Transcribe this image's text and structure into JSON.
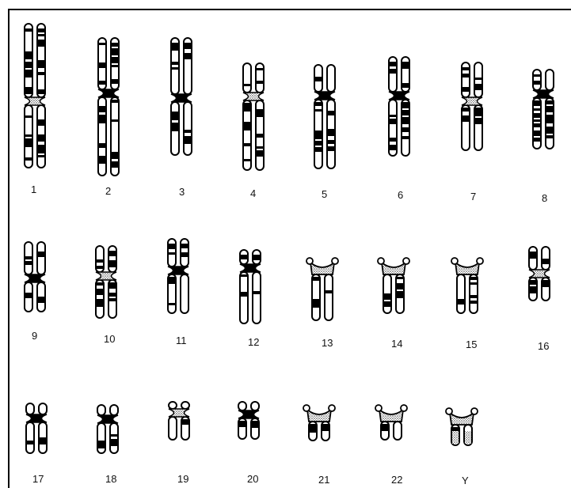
{
  "karyotype": {
    "chromosomes": [
      {
        "label": "1"
      },
      {
        "label": "2"
      },
      {
        "label": "3"
      },
      {
        "label": "4"
      },
      {
        "label": "5"
      },
      {
        "label": "6"
      },
      {
        "label": "7"
      },
      {
        "label": "8"
      },
      {
        "label": "9"
      },
      {
        "label": "10"
      },
      {
        "label": "11"
      },
      {
        "label": "12"
      },
      {
        "label": "13"
      },
      {
        "label": "14"
      },
      {
        "label": "15"
      },
      {
        "label": "16"
      },
      {
        "label": "17"
      },
      {
        "label": "18"
      },
      {
        "label": "19"
      },
      {
        "label": "20"
      },
      {
        "label": "21"
      },
      {
        "label": "22"
      },
      {
        "label": "Y"
      }
    ]
  }
}
